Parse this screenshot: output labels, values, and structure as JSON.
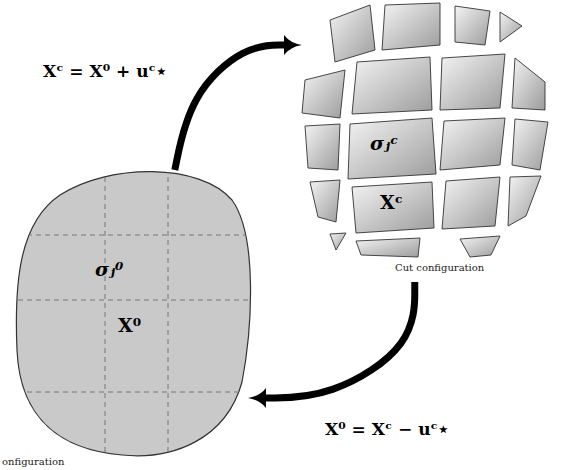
{
  "diagram": {
    "nodes": [
      {
        "text": [
          "σⱼ⁰",
          "X⁰",
          "onfiguration"
        ]
      },
      {
        "text": [
          "σⱼᶜ",
          "Xᶜ",
          "Cut configuration"
        ]
      }
    ],
    "edges": [
      {
        "from": 0,
        "to": 1,
        "arrow": "to",
        "label": "Xᶜ = X⁰ + uᶜ⋆"
      },
      {
        "from": 1,
        "to": 0,
        "arrow": "to",
        "label": "X⁰ = Xᶜ − uᶜ⋆"
      }
    ]
  }
}
